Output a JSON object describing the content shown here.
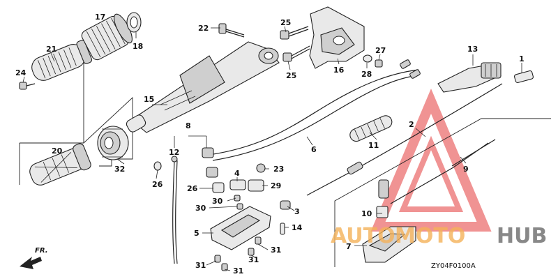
{
  "diagram": {
    "code": "ZY04F0100A",
    "direction_label": "FR.",
    "watermark": {
      "part1": "AUTO",
      "part2": "MOTO",
      "part3": "HUB",
      "color_orange": "#f5b25a",
      "color_red": "#e53b3b",
      "color_gray": "#6b6b6b"
    },
    "callouts": [
      {
        "id": "c1",
        "label": "1"
      },
      {
        "id": "c2",
        "label": "2"
      },
      {
        "id": "c3",
        "label": "3"
      },
      {
        "id": "c4",
        "label": "4"
      },
      {
        "id": "c5",
        "label": "5"
      },
      {
        "id": "c6",
        "label": "6"
      },
      {
        "id": "c7",
        "label": "7"
      },
      {
        "id": "c8",
        "label": "8"
      },
      {
        "id": "c9",
        "label": "9"
      },
      {
        "id": "c10",
        "label": "10"
      },
      {
        "id": "c11",
        "label": "11"
      },
      {
        "id": "c12",
        "label": "12"
      },
      {
        "id": "c13",
        "label": "13"
      },
      {
        "id": "c14",
        "label": "14"
      },
      {
        "id": "c15",
        "label": "15"
      },
      {
        "id": "c16",
        "label": "16"
      },
      {
        "id": "c17",
        "label": "17"
      },
      {
        "id": "c18",
        "label": "18"
      },
      {
        "id": "c20",
        "label": "20"
      },
      {
        "id": "c21",
        "label": "21"
      },
      {
        "id": "c22",
        "label": "22"
      },
      {
        "id": "c23",
        "label": "23"
      },
      {
        "id": "c24",
        "label": "24"
      },
      {
        "id": "c25a",
        "label": "25"
      },
      {
        "id": "c25b",
        "label": "25"
      },
      {
        "id": "c26a",
        "label": "26"
      },
      {
        "id": "c26b",
        "label": "26"
      },
      {
        "id": "c27",
        "label": "27"
      },
      {
        "id": "c28",
        "label": "28"
      },
      {
        "id": "c29",
        "label": "29"
      },
      {
        "id": "c30a",
        "label": "30"
      },
      {
        "id": "c30b",
        "label": "30"
      },
      {
        "id": "c31a",
        "label": "31"
      },
      {
        "id": "c31b",
        "label": "31"
      },
      {
        "id": "c31c",
        "label": "31"
      },
      {
        "id": "c31d",
        "label": "31"
      },
      {
        "id": "c32",
        "label": "32"
      }
    ]
  }
}
